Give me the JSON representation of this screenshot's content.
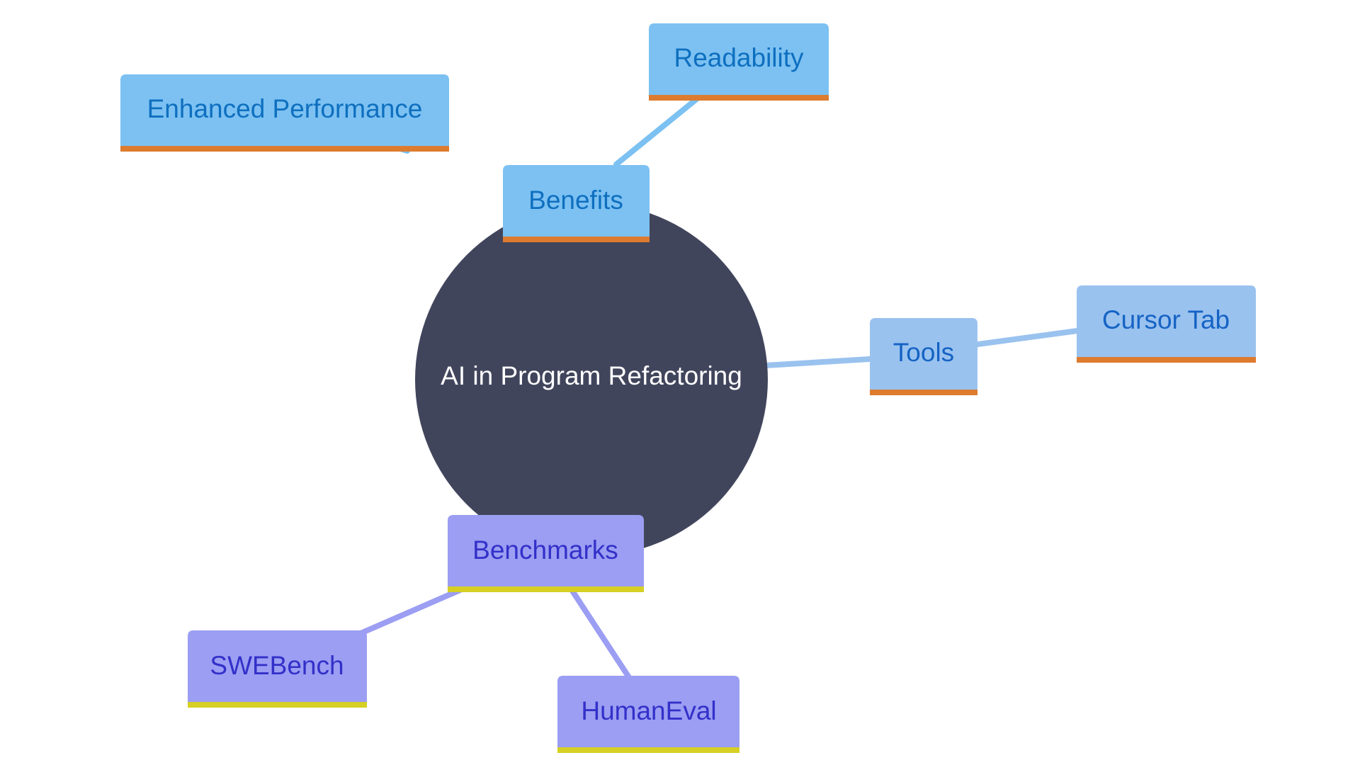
{
  "colors": {
    "background": "#ffffff",
    "center_fill": "#41455c",
    "center_text": "#ffffff",
    "benefits_fill": "#7cc1f2",
    "benefits_text": "#0e6fbf",
    "tools_fill": "#9ac2ef",
    "tools_text": "#1563c4",
    "benchmarks_fill": "#9b9ef2",
    "benchmarks_text": "#3330c9",
    "underline_orange": "#dd7b2e",
    "underline_yellow": "#d6cf24",
    "link_benefits": "#7cc1f2",
    "link_tools": "#9ac2ef",
    "link_benchmarks": "#9b9ef2"
  },
  "root": {
    "label": "AI in Program Refactoring"
  },
  "branches": {
    "benefits": {
      "label": "Benefits",
      "children": {
        "enhanced_performance": "Enhanced Performance",
        "readability": "Readability"
      }
    },
    "tools": {
      "label": "Tools",
      "children": {
        "cursor_tab": "Cursor Tab"
      }
    },
    "benchmarks": {
      "label": "Benchmarks",
      "children": {
        "swebench": "SWEBench",
        "humaneval": "HumanEval"
      }
    }
  }
}
